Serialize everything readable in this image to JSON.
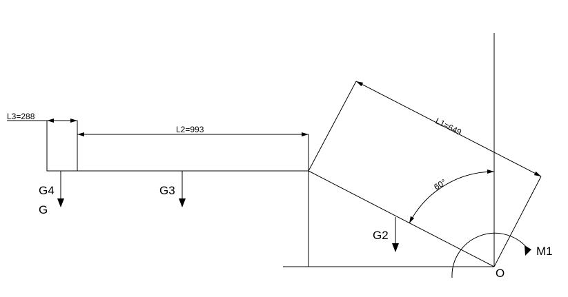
{
  "dimensions": {
    "l1": "L1=649",
    "l2": "L2=993",
    "l3": "L3=288",
    "angle": "60°"
  },
  "labels": {
    "g1": "G",
    "g2": "G2",
    "g3": "G3",
    "g4": "G4",
    "m1": "M1",
    "origin": "O"
  }
}
